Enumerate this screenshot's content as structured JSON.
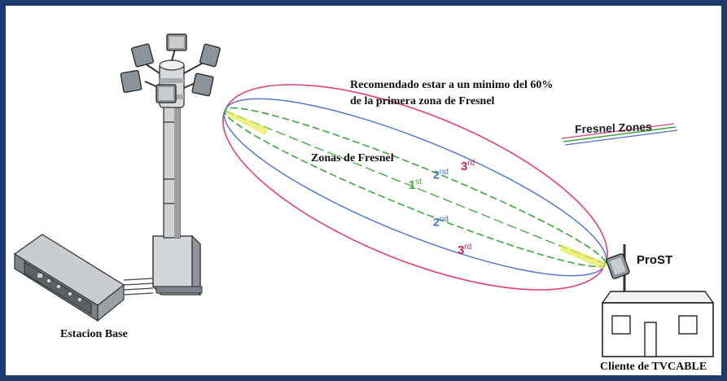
{
  "note": {
    "line1": "Recomendado estar a un minimo del 60%",
    "line2": "de la  primera  zona de Fresnel"
  },
  "legend": {
    "label": "Fresnel Zones"
  },
  "zones_label": "Zonas de Fresnel",
  "zone_tags": {
    "first": {
      "num": "1",
      "suffix": "st"
    },
    "second_top": {
      "num": "2",
      "suffix": "nd"
    },
    "third_top": {
      "num": "3",
      "suffix": "rd"
    },
    "second_bottom": {
      "num": "2",
      "suffix": "nd"
    },
    "third_bottom": {
      "num": "3",
      "suffix": "rd"
    }
  },
  "base_station_label": "Estacion Base",
  "client_device_label": "ProST",
  "client_label": "Cliente de TVCABLE",
  "colors": {
    "frame": "#1c3a6b",
    "zone1": "#3aa83a",
    "zone2": "#4a6fd0",
    "zone3": "#e0407a",
    "line_of_sight": "#c8c800"
  }
}
